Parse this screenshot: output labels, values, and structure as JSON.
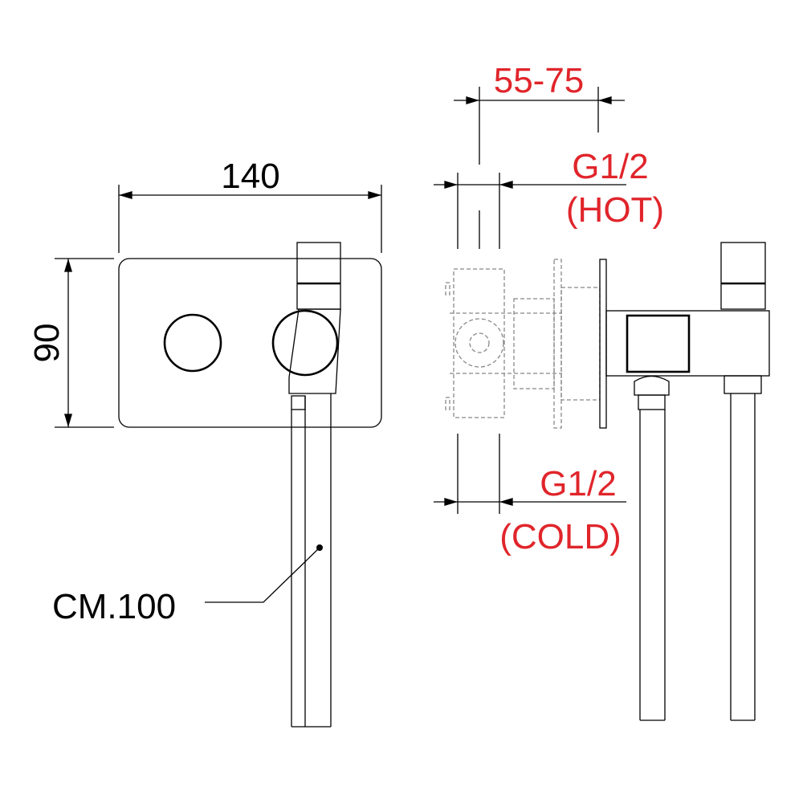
{
  "front_view": {
    "width_dim": "140",
    "height_dim": "90",
    "hose_callout": "CM.100"
  },
  "side_view": {
    "depth_dim": "55-75",
    "hot_inlet": {
      "thread": "G1/2",
      "label": "(HOT)"
    },
    "cold_inlet": {
      "thread": "G1/2",
      "label": "(COLD)"
    }
  },
  "colors": {
    "dimension_text_side": "#e0252b",
    "lines": "#000000"
  }
}
